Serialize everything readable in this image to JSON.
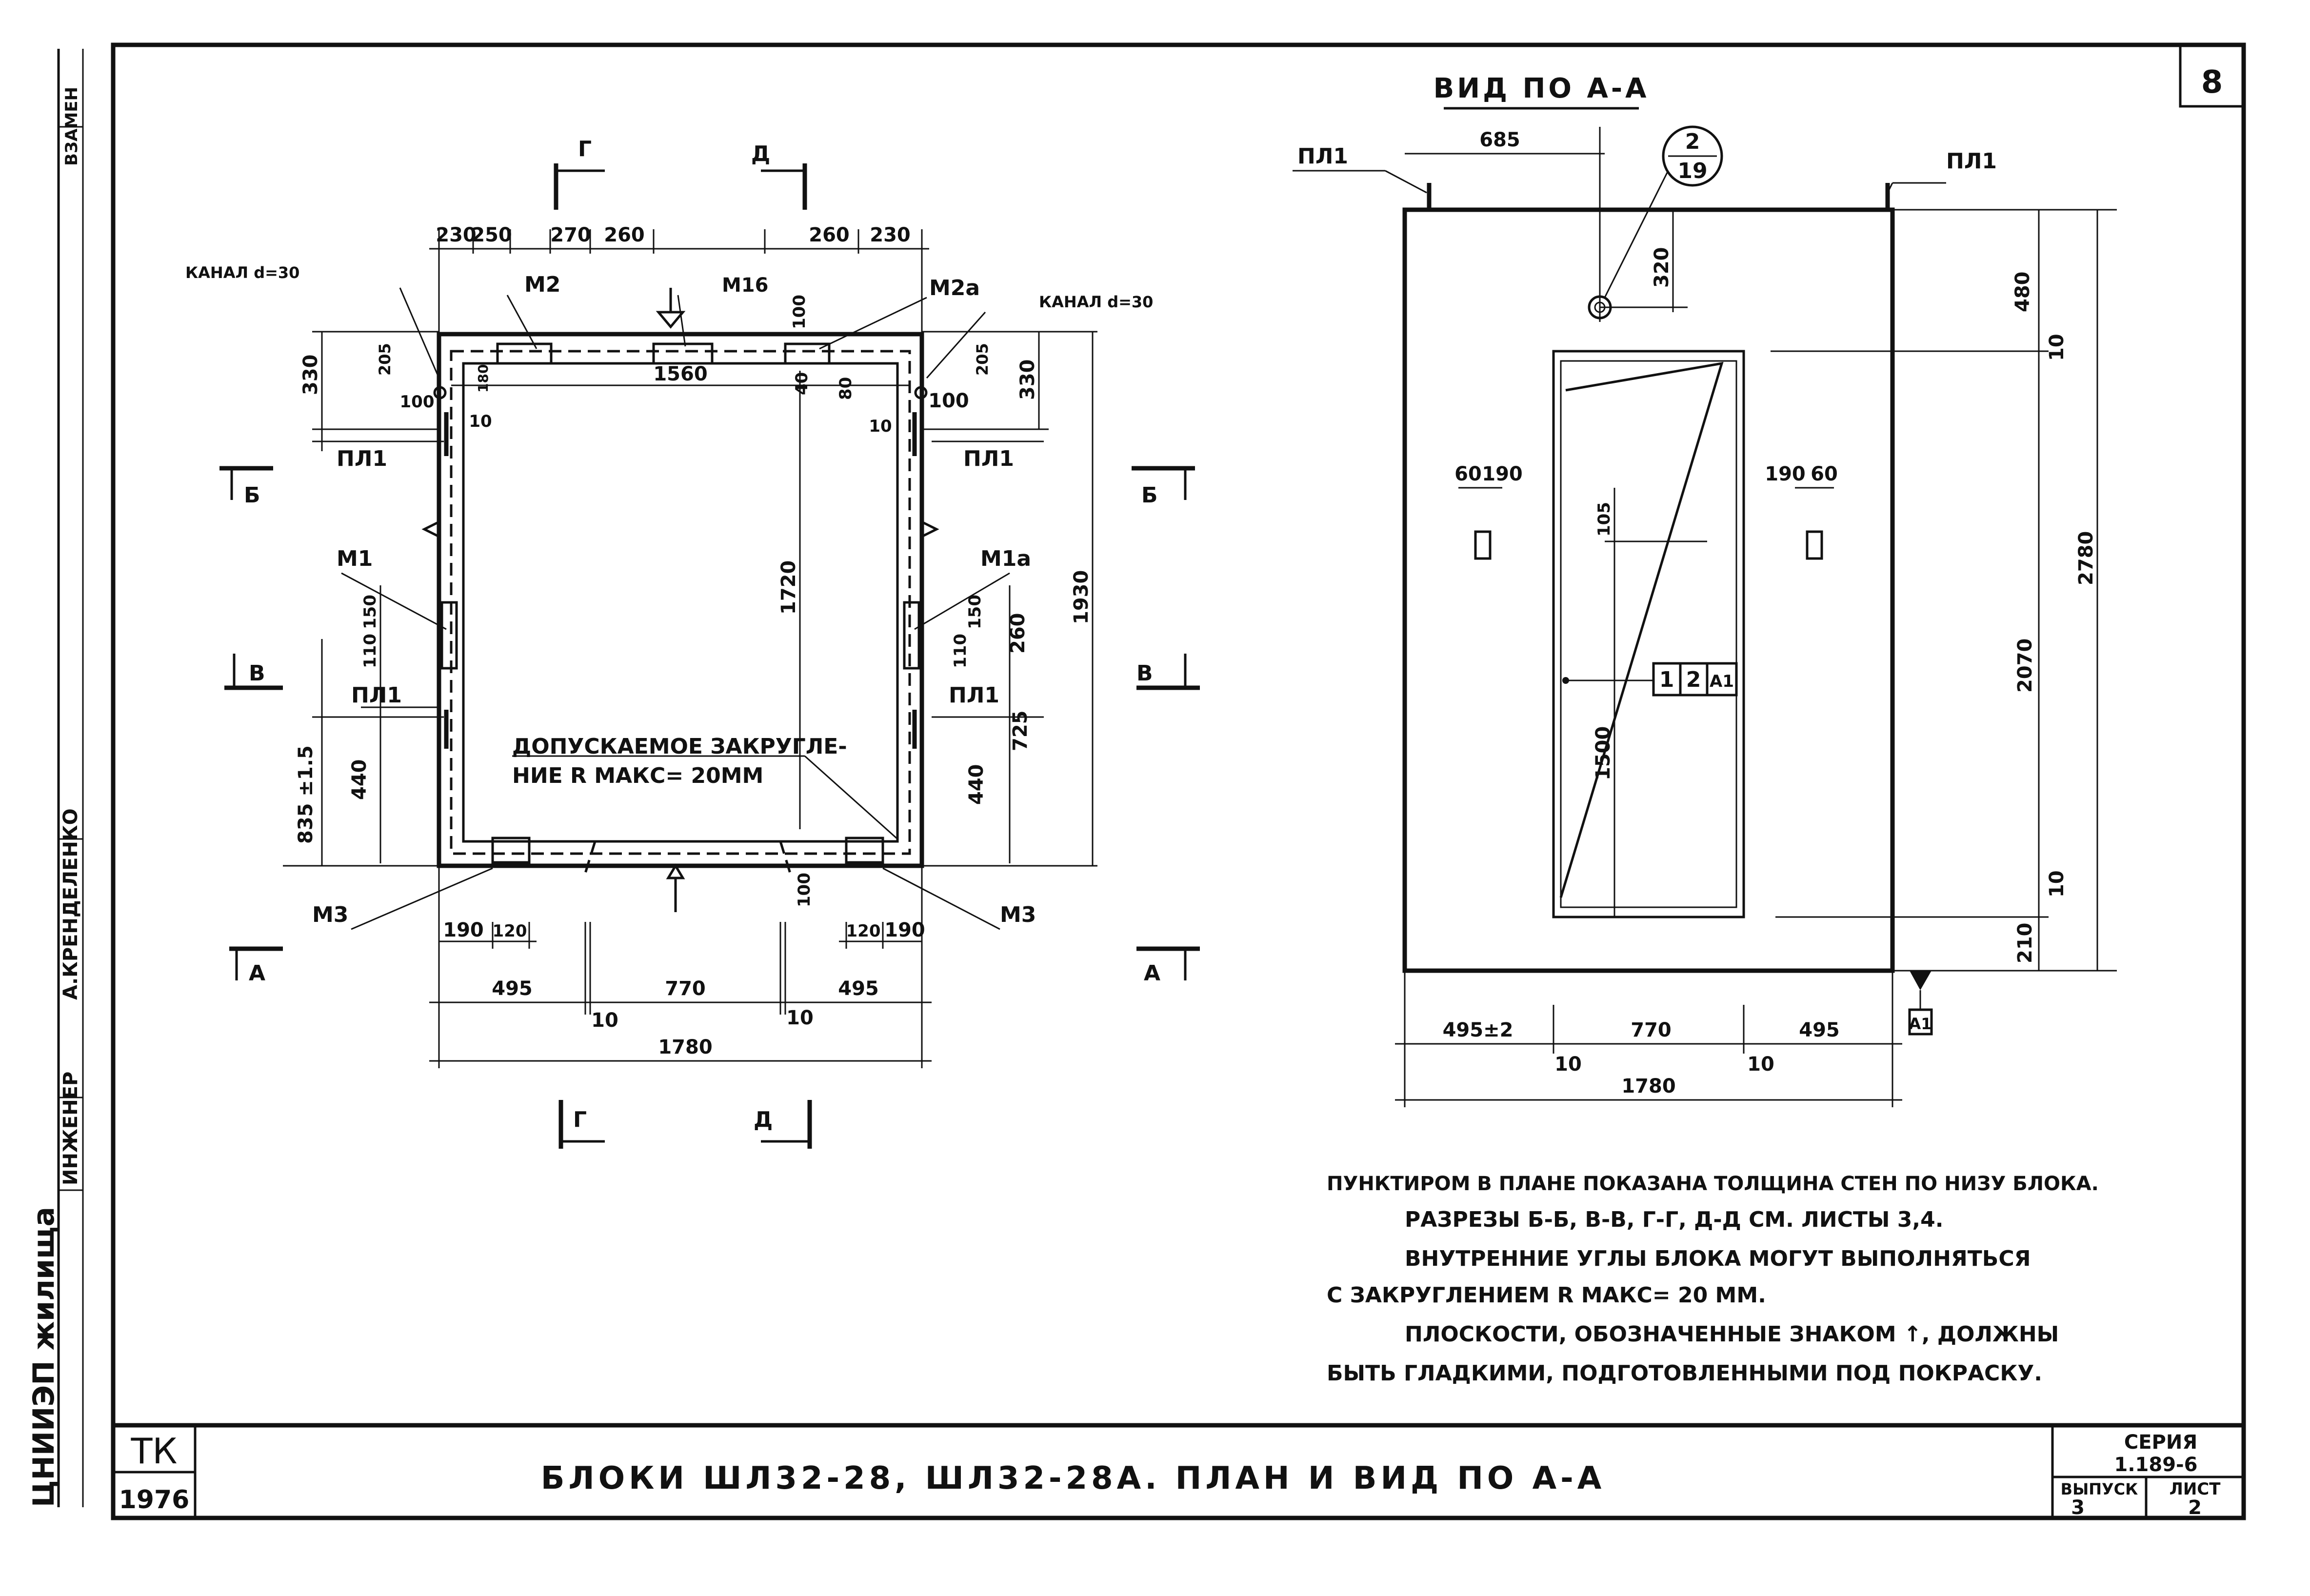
{
  "sheet": {
    "number": "8",
    "series_label": "СЕРИЯ",
    "series_value": "1.189-6",
    "issue_label": "ВЫПУСК",
    "issue_value": "3",
    "page_label": "ЛИСТ",
    "page_value": "2",
    "stamp_tk": "ТК",
    "stamp_year": "1976",
    "title": "БЛОКИ ШЛ32-28, ШЛ32-28А. ПЛАН И ВИД ПО А-А"
  },
  "side_strip": {
    "org": "ЦНИИЭП жилища",
    "role": "ИНЖЕНЕР",
    "name": "А.КРЕНДЕЛЕНКО",
    "field": "ВЗАМЕН"
  },
  "plan": {
    "section_g": "Г",
    "section_d": "Д",
    "section_b": "Б",
    "section_v": "В",
    "section_a": "А",
    "m2": "М2",
    "m16": "М16",
    "m2a": "М2а",
    "m1": "М1",
    "m1a": "М1а",
    "m3": "М3",
    "pl1": "ПЛ1",
    "channel": "КАНАЛ d=30",
    "tolerance_note_1": "ДОПУСКАЕМОЕ ЗАКРУГЛЕ-",
    "tolerance_note_2": "НИЕ R МАКС= 20ММ",
    "dims": {
      "d230a": "230",
      "d250": "250",
      "d270": "270",
      "d260a": "260",
      "d260b": "260",
      "d230b": "230",
      "d1560": "1560",
      "d100a": "100",
      "d100b": "100",
      "d100c": "100",
      "d100d": "100",
      "d40": "40",
      "d80": "80",
      "d10a": "10",
      "d10b": "10",
      "d205a": "205",
      "d205b": "205",
      "d180": "180",
      "d330a": "330",
      "d330b": "330",
      "d1720": "1720",
      "d1930": "1930",
      "d150a": "150",
      "d110a": "110",
      "d150b": "150",
      "d110b": "110",
      "d260c": "260",
      "d835": "835 ±1.5",
      "d440a": "440",
      "d440b": "440",
      "d725": "725",
      "d190a": "190",
      "d120a": "120",
      "d120b": "120",
      "d190b": "190",
      "d495a": "495",
      "d770": "770",
      "d495b": "495",
      "d10c": "10",
      "d10d": "10",
      "d1780": "1780"
    }
  },
  "view": {
    "title": "ВИД ПО А-А",
    "pl1_left": "ПЛ1",
    "pl1_right": "ПЛ1",
    "circle_top": "2",
    "circle_bottom": "19",
    "tag_1": "1",
    "tag_2": "2",
    "tag_a1": "А1",
    "flag_a1": "А1",
    "dims": {
      "d685": "685",
      "d320": "320",
      "d480": "480",
      "d10a": "10",
      "d60a": "60",
      "d190a": "190",
      "d190b": "190",
      "d60b": "60",
      "d105": "105",
      "d2780": "2780",
      "d2070": "2070",
      "d1500": "1500",
      "d10b": "10",
      "d210": "210",
      "d495a": "495±2",
      "d770": "770",
      "d495b": "495",
      "d10c": "10",
      "d10d": "10",
      "d1780": "1780"
    }
  },
  "notes": [
    "ПУНКТИРОМ В ПЛАНЕ ПОКАЗАНА ТОЛЩИНА СТЕН ПО НИЗУ БЛОКА.",
    "РАЗРЕЗЫ Б-Б, В-В, Г-Г, Д-Д СМ. ЛИСТЫ 3,4.",
    "ВНУТРЕННИЕ УГЛЫ БЛОКА МОГУТ ВЫПОЛНЯТЬСЯ",
    "С ЗАКРУГЛЕНИЕМ R МАКС= 20 ММ.",
    "ПЛОСКОСТИ, ОБОЗНАЧЕННЫЕ ЗНАКОМ ↑, ДОЛЖНЫ",
    "БЫТЬ ГЛАДКИМИ, ПОДГОТОВЛЕННЫМИ ПОД ПОКРАСКУ."
  ]
}
